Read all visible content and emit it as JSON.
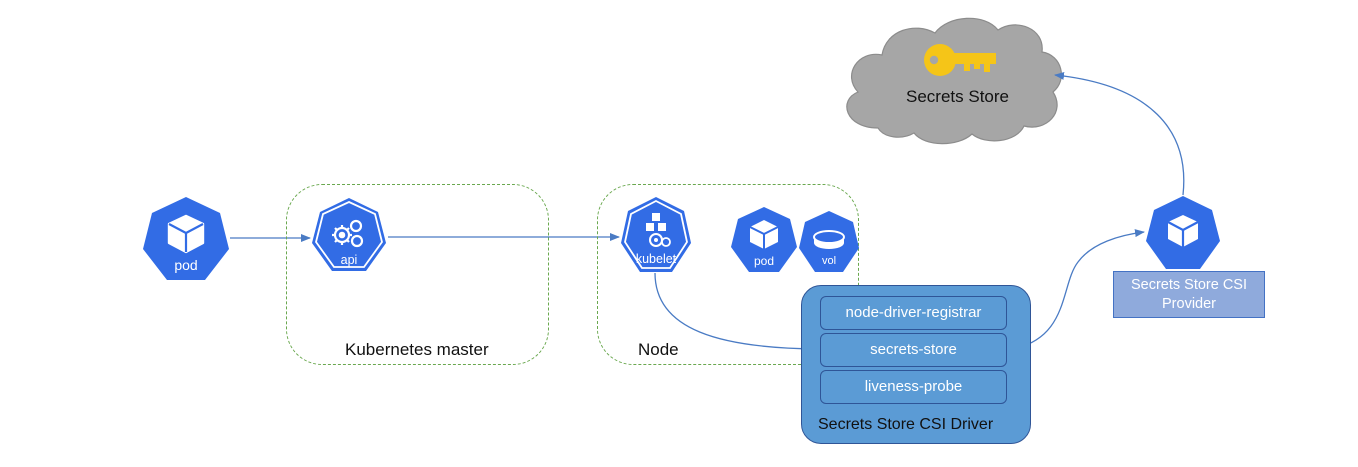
{
  "colors": {
    "k8s_blue": "#326ce5",
    "dashed_green": "#6aa84f",
    "arrow_blue": "#4a7bc4",
    "driver_fill": "#5b9bd5",
    "driver_border": "#2f5597",
    "provider_fill": "#8faadc",
    "cloud_fill": "#a6a6a6",
    "key_yellow": "#f5c518"
  },
  "cloud": {
    "label": "Secrets Store",
    "icon": "key-icon"
  },
  "standalone_pod": {
    "label": "pod",
    "icon": "cube-icon"
  },
  "master": {
    "label": "Kubernetes master",
    "api": {
      "label": "api",
      "icon": "gears-icon"
    }
  },
  "node": {
    "label": "Node",
    "kubelet": {
      "label": "kubelet",
      "icon": "cubes-gear-icon"
    },
    "pod": {
      "label": "pod",
      "icon": "cube-icon"
    },
    "vol": {
      "label": "vol",
      "icon": "disk-icon"
    }
  },
  "driver": {
    "label": "Secrets Store CSI Driver",
    "items": [
      "node-driver-registrar",
      "secrets-store",
      "liveness-probe"
    ]
  },
  "provider": {
    "label_line1": "Secrets Store CSI",
    "label_line2": "Provider",
    "icon": "cube-icon"
  }
}
